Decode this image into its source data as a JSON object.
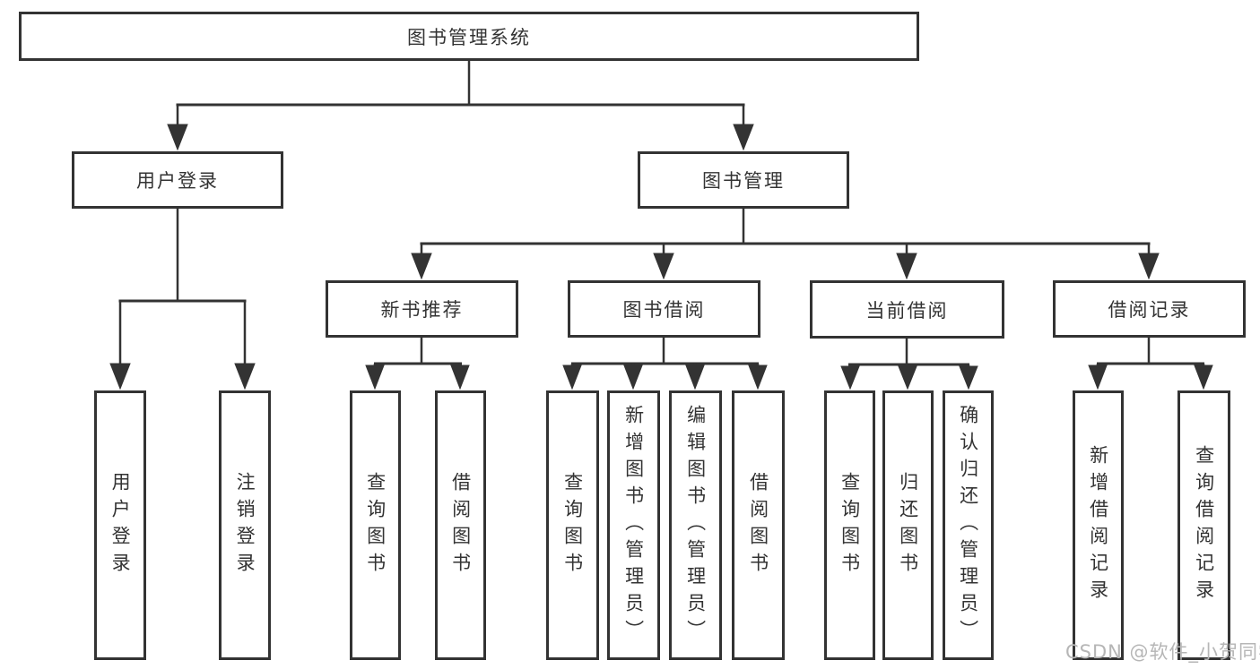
{
  "diagram_type": "hierarchy-tree",
  "colors": {
    "line": "#333333",
    "box_border": "#333333",
    "text": "#333333",
    "background": "#ffffff",
    "watermark": "#b6b6b6"
  },
  "tree": {
    "root": {
      "label": "图书管理系统"
    },
    "branches": [
      {
        "label": "用户登录",
        "children": [
          {
            "label": "用户登录"
          },
          {
            "label": "注销登录"
          }
        ]
      },
      {
        "label": "图书管理",
        "children": [
          {
            "label": "新书推荐",
            "children": [
              {
                "label": "查询图书"
              },
              {
                "label": "借阅图书"
              }
            ]
          },
          {
            "label": "图书借阅",
            "children": [
              {
                "label": "查询图书"
              },
              {
                "label": "新增图书（管理员）"
              },
              {
                "label": "编辑图书（管理员）"
              },
              {
                "label": "借阅图书"
              }
            ]
          },
          {
            "label": "当前借阅",
            "children": [
              {
                "label": "查询图书"
              },
              {
                "label": "归还图书"
              },
              {
                "label": "确认归还（管理员）"
              }
            ]
          },
          {
            "label": "借阅记录",
            "children": [
              {
                "label": "新增借阅记录"
              },
              {
                "label": "查询借阅记录"
              }
            ]
          }
        ]
      }
    ]
  },
  "watermark": {
    "text": "CSDN @软件_小贺同学"
  }
}
